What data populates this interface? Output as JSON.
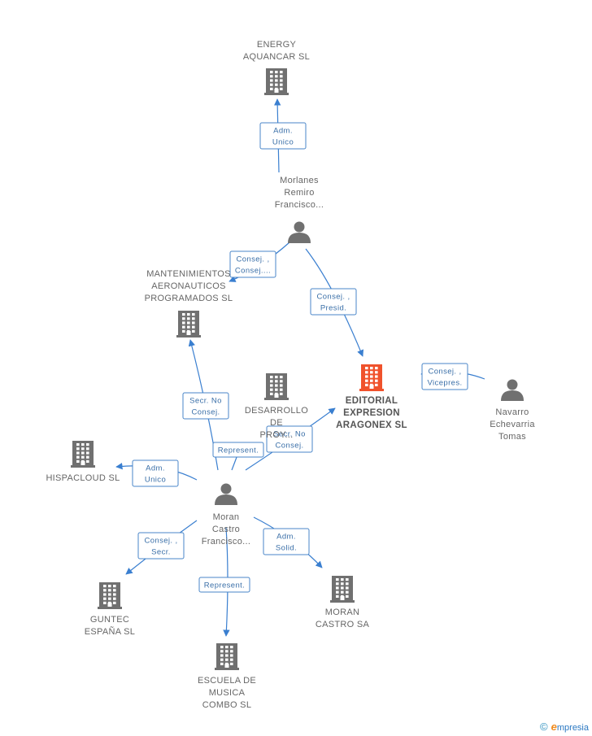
{
  "colors": {
    "edge": "#3a7fd0",
    "label_border": "#4a86c8",
    "icon": "#707070",
    "highlight": "#f0522c"
  },
  "nodes": [
    {
      "id": "energy",
      "kind": "company",
      "label": [
        "ENERGY",
        "AQUANCAR SL"
      ]
    },
    {
      "id": "morlanes",
      "kind": "person",
      "label": [
        "Morlanes",
        "Remiro",
        "Francisco..."
      ]
    },
    {
      "id": "mantenimientos",
      "kind": "company",
      "label": [
        "MANTENIMIENTOS",
        "AERONAUTICOS",
        "PROGRAMADOS SL"
      ]
    },
    {
      "id": "desarrollo",
      "kind": "company",
      "label": [
        "DESARROLLO",
        "DE",
        "PROY..."
      ]
    },
    {
      "id": "editorial",
      "kind": "company",
      "main": true,
      "label": [
        "EDITORIAL",
        "EXPRESION",
        "ARAGONEX SL"
      ]
    },
    {
      "id": "navarro",
      "kind": "person",
      "label": [
        "Navarro",
        "Echevarria",
        "Tomas"
      ]
    },
    {
      "id": "hispacloud",
      "kind": "company",
      "label": [
        "HISPACLOUD SL"
      ]
    },
    {
      "id": "moran",
      "kind": "person",
      "label": [
        "Moran",
        "Castro",
        "Francisco..."
      ]
    },
    {
      "id": "guntec",
      "kind": "company",
      "label": [
        "GUNTEC",
        "ESPAÑA SL"
      ]
    },
    {
      "id": "moransa",
      "kind": "company",
      "label": [
        "MORAN",
        "CASTRO SA"
      ]
    },
    {
      "id": "escuela",
      "kind": "company",
      "label": [
        "ESCUELA DE",
        "MUSICA",
        "COMBO SL"
      ]
    }
  ],
  "edges": [
    {
      "id": "e1",
      "from": "morlanes",
      "to": "energy",
      "label": [
        "Adm.",
        "Unico"
      ]
    },
    {
      "id": "e2",
      "from": "morlanes",
      "to": "mantenimientos",
      "label": [
        "Consej. ,",
        "Consej...."
      ]
    },
    {
      "id": "e3",
      "from": "morlanes",
      "to": "editorial",
      "label": [
        "Consej. ,",
        "Presid."
      ]
    },
    {
      "id": "e4",
      "from": "navarro",
      "to": "editorial",
      "label": [
        "Consej. ,",
        "Vicepres."
      ]
    },
    {
      "id": "e5",
      "from": "moran",
      "to": "mantenimientos",
      "label": [
        "Secr. No",
        "Consej."
      ]
    },
    {
      "id": "e6",
      "from": "moran",
      "to": "desarrollo",
      "label": [
        "Represent."
      ]
    },
    {
      "id": "e7",
      "from": "moran",
      "to": "editorial",
      "label": [
        "Secr. No",
        "Consej."
      ]
    },
    {
      "id": "e8",
      "from": "moran",
      "to": "hispacloud",
      "label": [
        "Adm.",
        "Unico"
      ]
    },
    {
      "id": "e9",
      "from": "moran",
      "to": "guntec",
      "label": [
        "Consej. ,",
        "Secr."
      ]
    },
    {
      "id": "e10",
      "from": "moran",
      "to": "escuela",
      "label": [
        "Represent."
      ]
    },
    {
      "id": "e11",
      "from": "moran",
      "to": "moransa",
      "label": [
        "Adm.",
        "Solid."
      ]
    }
  ],
  "watermark": {
    "copyright": "©",
    "brand_initial": "e",
    "brand_rest": "mpresia"
  }
}
